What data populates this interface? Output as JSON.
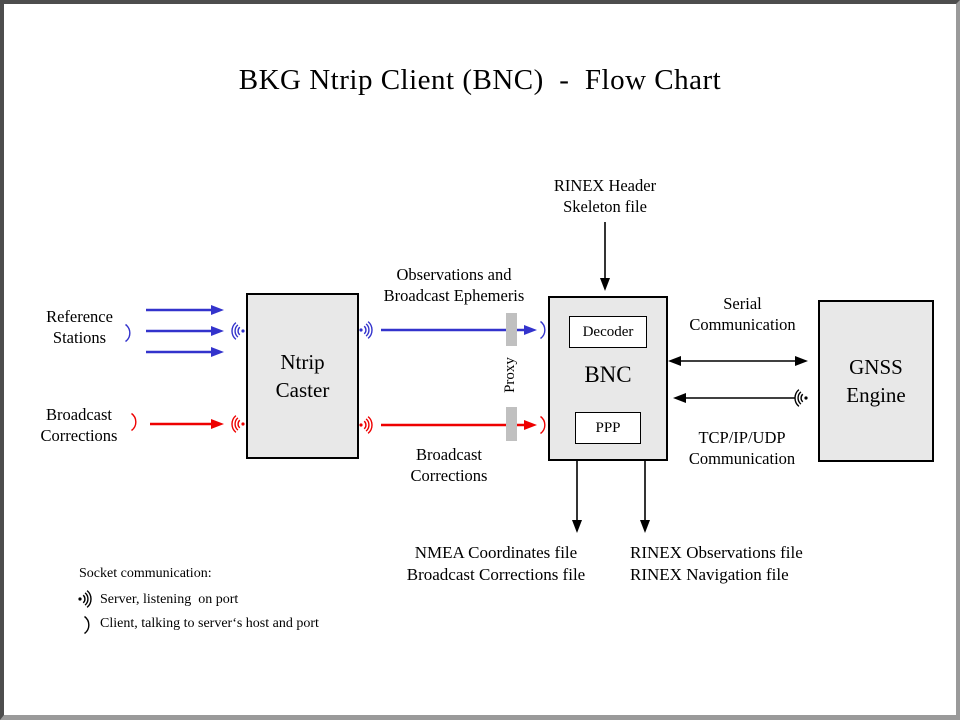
{
  "title": "BKG Ntrip Client (BNC)  -  Flow Chart",
  "boxes": {
    "ntrip_caster": {
      "line1": "Ntrip",
      "line2": "Caster"
    },
    "bnc": {
      "label": "BNC",
      "decoder": "Decoder",
      "ppp": "PPP"
    },
    "gnss_engine": {
      "line1": "GNSS",
      "line2": "Engine"
    }
  },
  "labels": {
    "reference_stations": {
      "line1": "Reference",
      "line2": "Stations"
    },
    "broadcast_corrections_in": {
      "line1": "Broadcast",
      "line2": "Corrections"
    },
    "observations": {
      "line1": "Observations and",
      "line2": "Broadcast Ephemeris"
    },
    "broadcast_corrections_stream": {
      "line1": "Broadcast",
      "line2": "Corrections"
    },
    "rinex_header": {
      "line1": "RINEX Header",
      "line2": "Skeleton file"
    },
    "serial_comm": {
      "line1": "Serial",
      "line2": "Communication"
    },
    "tcpip_comm": {
      "line1": "TCP/IP/UDP",
      "line2": "Communication"
    },
    "proxy": "Proxy",
    "nmea_output": {
      "line1": "NMEA Coordinates file",
      "line2": "Broadcast Corrections file"
    },
    "rinex_output": {
      "line1": "RINEX Observations file",
      "line2": "RINEX Navigation file"
    }
  },
  "legend": {
    "heading": "Socket communication:",
    "server": "Server, listening  on port",
    "client": "Client, talking to server‘s host and port"
  },
  "colors": {
    "blue_stream": "#3333cc",
    "red_stream": "#ee0000",
    "box_fill": "#e8e8e8",
    "proxy_bar": "#c0c0c0"
  }
}
